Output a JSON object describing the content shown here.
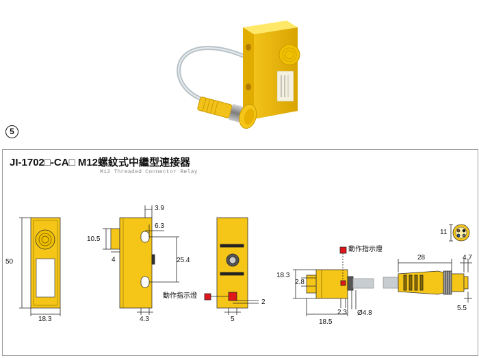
{
  "header": {
    "item_number": "5",
    "title": "JI-1702□-CA□ M12螺紋式中繼型連接器",
    "subtitle": "M12 Threaded Connector Relay"
  },
  "dimensions": {
    "front_height": "50",
    "front_width": "18.3",
    "side_top_offset": "3.9",
    "side_hole_offset": "6.3",
    "side_tab_height": "10.5",
    "side_tab_depth": "4",
    "side_hole_spacing": "25.4",
    "side_bottom_offset": "4.3",
    "back_indicator_offset": "2",
    "back_indicator_width": "5",
    "bottom_height": "18.3",
    "bottom_inner_height": "2.8",
    "bottom_length": "18.5",
    "bottom_indicator_offset": "2.3",
    "cable_diameter": "Ø4.8",
    "connector_length": "28",
    "connector_nut": "4.7",
    "connector_face": "5.5",
    "pin_face": "11"
  },
  "labels": {
    "indicator_lamp": "動作指示燈",
    "indicator_lamp_2": "動作指示燈"
  },
  "colors": {
    "body_yellow": "#f5c518",
    "body_outline": "#333333",
    "indicator_red": "#e0161b",
    "panel_border": "#9a9a9a"
  }
}
